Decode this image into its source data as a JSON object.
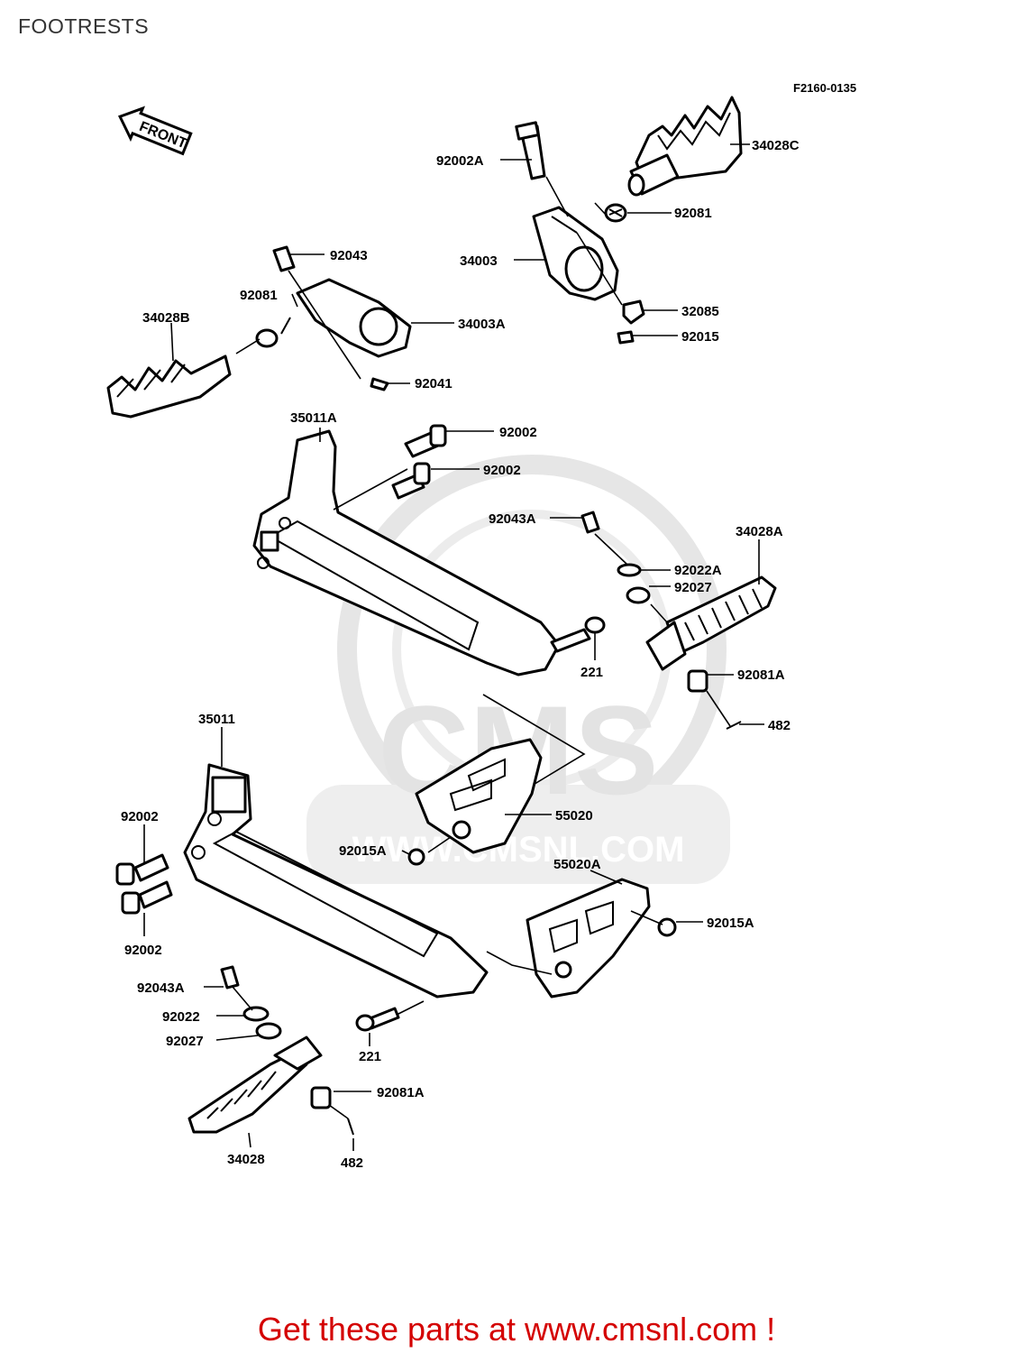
{
  "page": {
    "title": "FOOTRESTS",
    "diagram_code": "F2160-0135",
    "footer": "Get these parts at www.cmsnl.com !",
    "footer_color": "#d40000"
  },
  "watermark": {
    "brand": "CMS",
    "url": "WWW.CMSNL.COM",
    "color": "#e6e6e6"
  },
  "front_arrow": {
    "label": "FRONT",
    "icon": "front-arrow-icon"
  },
  "callouts": [
    {
      "id": "34028C",
      "text": "34028C"
    },
    {
      "id": "92002A",
      "text": "92002A"
    },
    {
      "id": "92081-top",
      "text": "92081"
    },
    {
      "id": "34003",
      "text": "34003"
    },
    {
      "id": "32085",
      "text": "32085"
    },
    {
      "id": "92015",
      "text": "92015"
    },
    {
      "id": "92043",
      "text": "92043"
    },
    {
      "id": "92081-left",
      "text": "92081"
    },
    {
      "id": "34028B",
      "text": "34028B"
    },
    {
      "id": "34003A",
      "text": "34003A"
    },
    {
      "id": "92041",
      "text": "92041"
    },
    {
      "id": "35011A",
      "text": "35011A"
    },
    {
      "id": "92002-a",
      "text": "92002"
    },
    {
      "id": "92002-b",
      "text": "92002"
    },
    {
      "id": "92043A-r",
      "text": "92043A"
    },
    {
      "id": "34028A",
      "text": "34028A"
    },
    {
      "id": "92022A",
      "text": "92022A"
    },
    {
      "id": "92027-r",
      "text": "92027"
    },
    {
      "id": "221-r",
      "text": "221"
    },
    {
      "id": "92081A-r",
      "text": "92081A"
    },
    {
      "id": "482-r",
      "text": "482"
    },
    {
      "id": "35011",
      "text": "35011"
    },
    {
      "id": "55020",
      "text": "55020"
    },
    {
      "id": "92015A-l",
      "text": "92015A"
    },
    {
      "id": "92002-c",
      "text": "92002"
    },
    {
      "id": "92002-d",
      "text": "92002"
    },
    {
      "id": "55020A",
      "text": "55020A"
    },
    {
      "id": "92015A-r",
      "text": "92015A"
    },
    {
      "id": "92043A-l",
      "text": "92043A"
    },
    {
      "id": "92022",
      "text": "92022"
    },
    {
      "id": "92027-l",
      "text": "92027"
    },
    {
      "id": "221-l",
      "text": "221"
    },
    {
      "id": "92081A-l",
      "text": "92081A"
    },
    {
      "id": "34028",
      "text": "34028"
    },
    {
      "id": "482-l",
      "text": "482"
    }
  ]
}
